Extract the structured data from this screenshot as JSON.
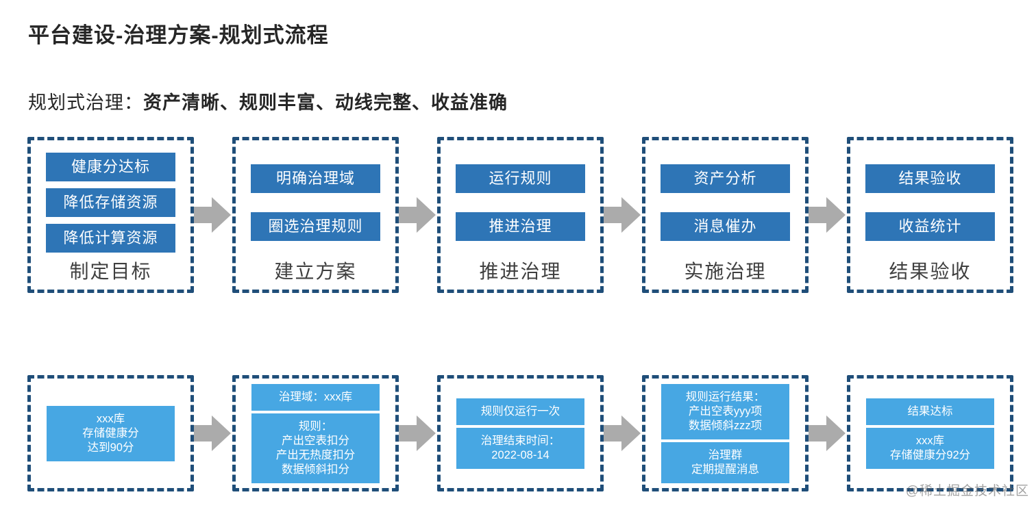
{
  "title": "平台建设-治理方案-规划式流程",
  "subtitle": {
    "prefix": "规划式治理：",
    "emphasis": "资产清晰、规则丰富、动线完整、收益准确"
  },
  "colors": {
    "step_button_blue": "#2e75b6",
    "detail_card_blue": "#47a7e3",
    "dashed_border_navy": "#1f4e79",
    "arrow_gray": "#ababab"
  },
  "top_row": {
    "stages": [
      {
        "label": "制定目标",
        "buttons": [
          "健康分达标",
          "降低存储资源",
          "降低计算资源"
        ]
      },
      {
        "label": "建立方案",
        "buttons": [
          "明确治理域",
          "圈选治理规则"
        ]
      },
      {
        "label": "推进治理",
        "buttons": [
          "运行规则",
          "推进治理"
        ]
      },
      {
        "label": "实施治理",
        "buttons": [
          "资产分析",
          "消息催办"
        ]
      },
      {
        "label": "结果验收",
        "buttons": [
          "结果验收",
          "收益统计"
        ]
      }
    ]
  },
  "bottom_row": {
    "stages": [
      {
        "cards": [
          {
            "lines": [
              "xxx库",
              "存储健康分",
              "达到90分"
            ]
          }
        ]
      },
      {
        "cards": [
          {
            "lines": [
              "治理域：xxx库"
            ]
          },
          {
            "lines": [
              "规则：",
              "产出空表扣分",
              "产出无热度扣分",
              "数据倾斜扣分"
            ]
          }
        ]
      },
      {
        "cards": [
          {
            "lines": [
              "规则仅运行一次"
            ]
          },
          {
            "lines": [
              "治理结束时间：",
              "2022-08-14"
            ]
          }
        ]
      },
      {
        "cards": [
          {
            "lines": [
              "规则运行结果：",
              "产出空表yyy项",
              "数据倾斜zzz项"
            ]
          },
          {
            "lines": [
              "治理群",
              "定期提醒消息"
            ]
          }
        ]
      },
      {
        "cards": [
          {
            "lines": [
              "结果达标"
            ]
          },
          {
            "lines": [
              "xxx库",
              "存储健康分92分"
            ]
          }
        ]
      }
    ]
  },
  "watermark": "@稀土掘金技术社区"
}
